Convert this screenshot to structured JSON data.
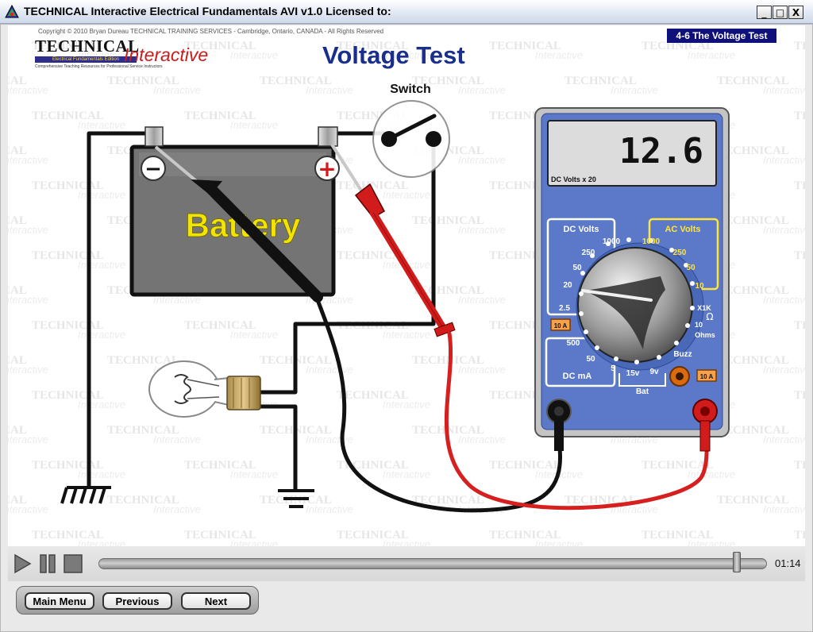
{
  "window": {
    "title": "TECHNICAL Interactive Electrical Fundamentals AVI v1.0    Licensed to:",
    "minimize_glyph": "_",
    "maximize_glyph": "□",
    "close_glyph": "X"
  },
  "header": {
    "copyright": "Copyright © 2010 Bryan Dureau TECHNICAL TRAINING SERVICES - Cambridge, Ontario, CANADA - All Rights Reserved",
    "logo_word1": "TECHNICAL",
    "logo_word2": "Interactive",
    "logo_bar": "Electrical Fundamentals Edition",
    "logo_tagline": "Comprehensive Teaching Resources for Professional Service Instructors",
    "page_title": "Voltage Test",
    "section_badge": "4-6 The Voltage Test"
  },
  "watermark": {
    "word1": "TECHNICAL",
    "word2": "Interactive"
  },
  "diagram": {
    "battery_label": "Battery",
    "neg_symbol": "−",
    "pos_symbol": "+",
    "switch_label": "Switch"
  },
  "meter": {
    "display_value": "12.6",
    "display_caption": "DC Volts x 20",
    "dc_volts_label": "DC Volts",
    "ac_volts_label": "AC Volts",
    "dc_ma_label": "DC mA",
    "ohms_label": "Ohms",
    "ohms_symbol": "Ω",
    "bat_label": "Bat",
    "buzz_label": "Buzz",
    "ten_amp_label": "10 A",
    "ten_amp_label2": "10 A",
    "dc_scale": [
      "1000",
      "250",
      "50",
      "20",
      "2.5"
    ],
    "ac_scale": [
      "1000",
      "250",
      "50",
      "10"
    ],
    "ma_scale": [
      "500",
      "50",
      "5"
    ],
    "ohm_scale": [
      "X1K",
      "10"
    ],
    "bat_scale": [
      "15v",
      "9v"
    ]
  },
  "player": {
    "time": "01:14",
    "progress": 0.96
  },
  "nav": {
    "main_menu": "Main Menu",
    "previous": "Previous",
    "next": "Next"
  },
  "colors": {
    "title_blue": "#1a2f8c",
    "meter_body": "#5b79c8",
    "meter_yellow": "#ffe53b",
    "battery_text": "#f2e300",
    "probe_red": "#d21c1c",
    "badge_bg": "#10107a"
  }
}
